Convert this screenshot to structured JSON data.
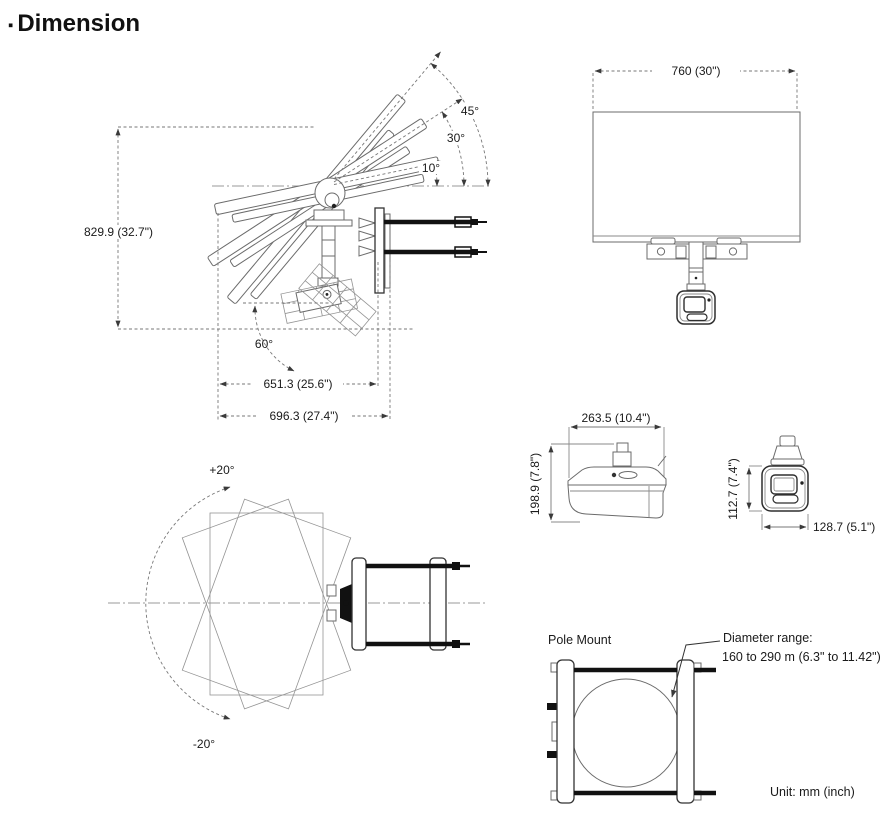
{
  "title": {
    "bullet": "▪",
    "text": "Dimension"
  },
  "side_view": {
    "dim_height": "829.9 (32.7\")",
    "dim_width_inner": "651.3 (25.6\")",
    "dim_width_outer": "696.3 (27.4\")",
    "angle_45": "45°",
    "angle_30": "30°",
    "angle_10": "10°",
    "angle_60": "60°"
  },
  "front_view": {
    "dim_width": "760 (30\")"
  },
  "camera_side_view": {
    "dim_width": "263.5 (10.4\")",
    "dim_height": "198.9 (7.8\")"
  },
  "camera_front_view": {
    "dim_height": "112.7 (7.4\")",
    "dim_width": "128.7 (5.1\")"
  },
  "top_view": {
    "angle_plus": "+20°",
    "angle_minus": "-20°"
  },
  "pole_mount_view": {
    "label": "Pole Mount",
    "diameter_range_line1": "Diameter range:",
    "diameter_range_line2": "160 to 290 m (6.3\" to 11.42\")"
  },
  "footer": {
    "unit_note": "Unit: mm (inch)"
  }
}
